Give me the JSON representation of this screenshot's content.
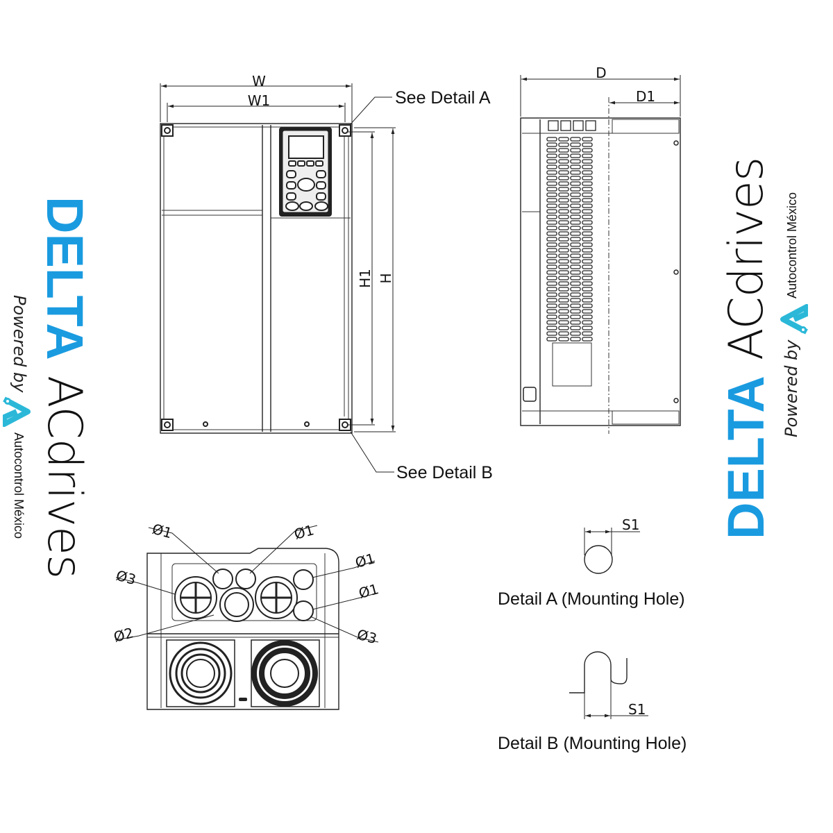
{
  "front_view": {
    "dim_w": "W",
    "dim_w1": "W1",
    "dim_h": "H",
    "dim_h1": "H1",
    "callout_a": "See Detail A",
    "callout_b": "See Detail B"
  },
  "side_view": {
    "dim_d": "D",
    "dim_d1": "D1"
  },
  "bottom_view": {
    "holes": {
      "top_left": "Ø1",
      "top_middle": "Ø1",
      "right_upper": "Ø1",
      "right_lower": "Ø1",
      "left_large": "Ø3",
      "center": "Ø2",
      "right_large": "Ø3"
    }
  },
  "details": {
    "a": {
      "dim": "S1",
      "caption": "Detail A (Mounting Hole)"
    },
    "b": {
      "dim": "S1",
      "caption": "Detail B (Mounting Hole)"
    }
  },
  "logo": {
    "brand": "DELTA",
    "product": "ACdrives",
    "powered_by": "Powered by",
    "company": "Autocontrol México",
    "colors": {
      "brand_blue": "#1a9be0",
      "icon_cyan": "#2bb8d8"
    }
  }
}
